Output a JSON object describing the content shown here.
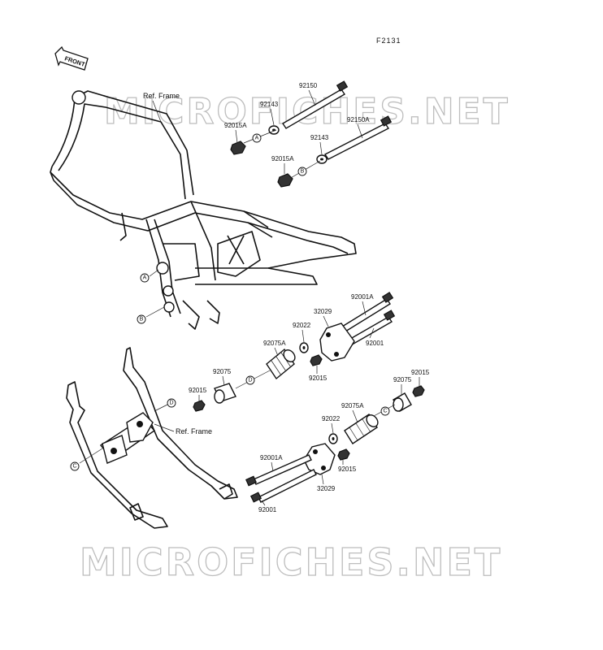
{
  "figure_code": "F2131",
  "front_label": "FRONT",
  "watermark_text": "MICROFICHES.NET",
  "ref_frame_top": "Ref. Frame",
  "ref_frame_bottom": "Ref. Frame",
  "callouts": {
    "a1": "A",
    "b1": "B",
    "a2": "A",
    "b2": "B",
    "c1": "C",
    "d1": "D",
    "c2": "C",
    "d2": "D"
  },
  "parts": {
    "p92150": "92150",
    "p92143_top": "92143",
    "p92015A_top": "92015A",
    "p92150A": "92150A",
    "p92143_mid": "92143",
    "p92015A_mid": "92015A",
    "p92001A_top": "92001A",
    "p32029_top": "32029",
    "p92022_top": "92022",
    "p92001_top": "92001",
    "p92075A_top": "92075A",
    "p92015_mid": "92015",
    "p92075_left": "92075",
    "p92015_left": "92015",
    "p92015_right": "92015",
    "p92075_right": "92075",
    "p92075A_bottom": "92075A",
    "p92022_bottom": "92022",
    "p92001A_bottom": "92001A",
    "p92015_bottom": "92015",
    "p32029_bottom": "32029",
    "p92001_bottom": "92001"
  }
}
